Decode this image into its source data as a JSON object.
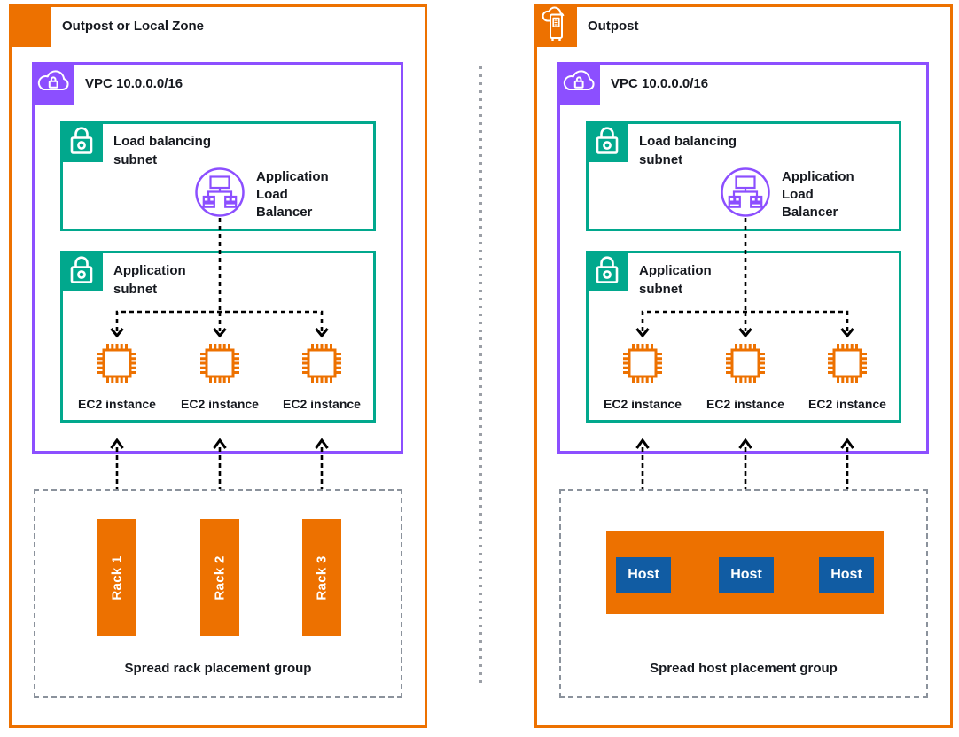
{
  "colors": {
    "orange": "#ED7100",
    "purple": "#8C4FFF",
    "teal": "#01A88D",
    "host_blue": "#115CA3",
    "dash_gray": "#8B929C",
    "divider_gray": "#9B9FA6",
    "text": "#16191F"
  },
  "panels": {
    "left": {
      "header": "Outpost or Local Zone",
      "vpc": "VPC 10.0.0.0/16",
      "lb_subnet": "Load balancing\nsubnet",
      "alb": "Application\nLoad\nBalancer",
      "app_subnet": "Application\nsubnet",
      "ec2": [
        "EC2 instance",
        "EC2 instance",
        "EC2 instance"
      ],
      "racks": [
        "Rack 1",
        "Rack 2",
        "Rack 3"
      ],
      "group_label": "Spread rack placement group"
    },
    "right": {
      "header": "Outpost",
      "vpc": "VPC 10.0.0.0/16",
      "lb_subnet": "Load balancing\nsubnet",
      "alb": "Application\nLoad\nBalancer",
      "app_subnet": "Application\nsubnet",
      "ec2": [
        "EC2 instance",
        "EC2 instance",
        "EC2 instance"
      ],
      "hosts": [
        "Host",
        "Host",
        "Host"
      ],
      "group_label": "Spread host placement group"
    }
  }
}
